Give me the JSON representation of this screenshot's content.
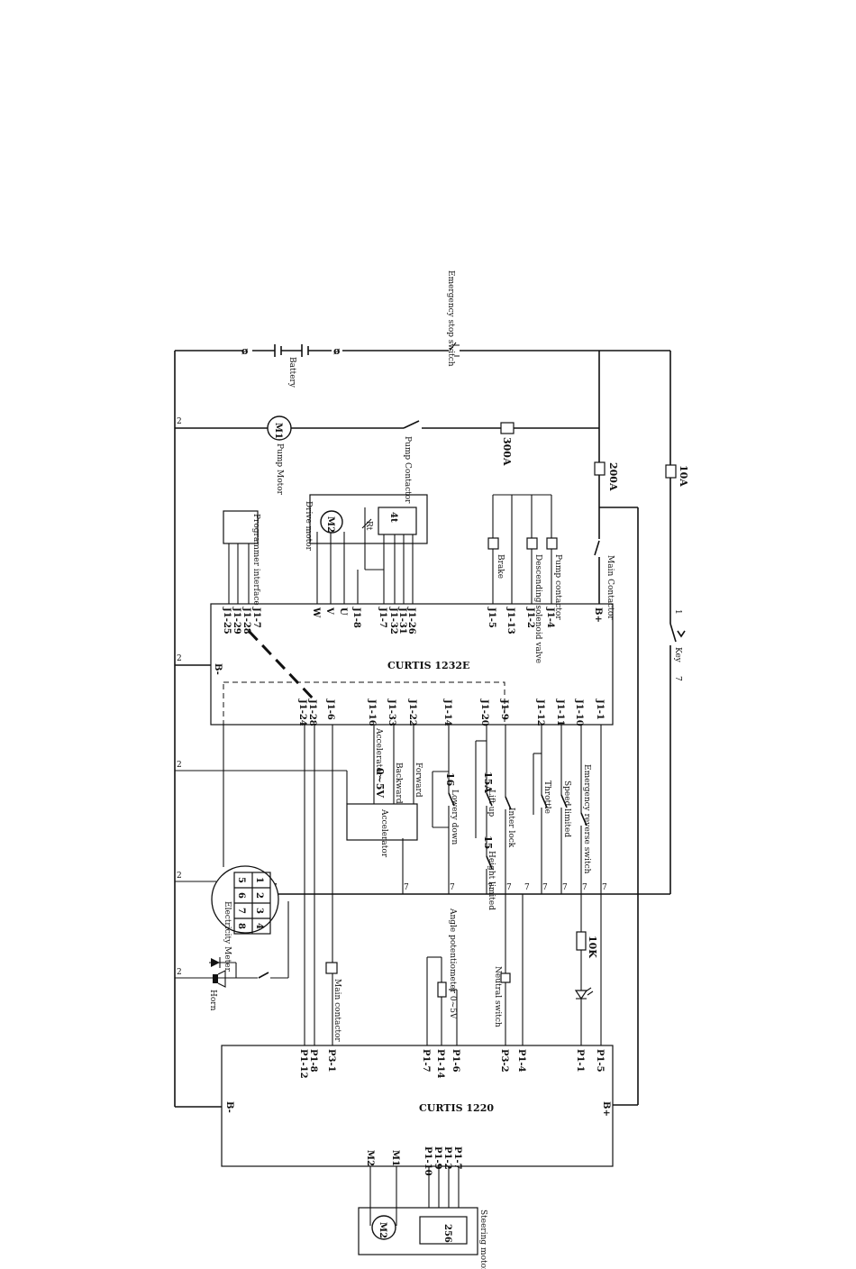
{
  "controllers": {
    "main": "CURTIS 1232E",
    "steer": "CURTIS 1220"
  },
  "components": {
    "emergency_stop": "Emergency stop switch",
    "battery": "Battery",
    "pump_motor": "Pump Motor",
    "pump_motor_tag": "M1",
    "pump_contactor_switch": "Pump Contactor",
    "fuse_pump": "300A",
    "fuse_main": "200A",
    "fuse_key": "10A",
    "drive_motor": "Drive motor",
    "drive_motor_tag": "M2",
    "programmer": "Programmer interface",
    "brake": "Brake",
    "descending_solenoid": "Descending solenoid valve",
    "pump_contactor_coil": "Pump contactor",
    "main_contactor_switch": "Main Contactor",
    "key": "Key",
    "key_num1": "1",
    "key_num7": "7",
    "accelerator": "Accelerator",
    "accel_range": "0~5V",
    "electricity_meter": "Electricity Meter",
    "meter_pins": [
      "1",
      "2",
      "3",
      "4",
      "5",
      "6",
      "7",
      "8"
    ],
    "horn": "Horn",
    "main_contactor_coil": "Main contactor",
    "angle_pot": "Angle potentiometer 0~5V",
    "neutral_switch": "Neutral switch",
    "resistor": "10K",
    "steer_motor": "Steering motor",
    "steer_motor_tag": "M2",
    "steer_encoder": "256",
    "encoder_4t": "4t",
    "rt": "Rt"
  },
  "switches": {
    "emergency_reverse": "Emergency reverse switch",
    "speed_limited": "Speed limited",
    "throttle": "Throttle",
    "inter_lock": "Inter lock",
    "height_limited": "Height limited",
    "lift_up": "Lift up",
    "lowery_down": "Lowery down",
    "forward": "Forward",
    "backward": "Backward",
    "accelerator": "Accelerator",
    "s15": "15",
    "s15a": "15A",
    "s16": "16"
  },
  "wire_numbers": {
    "w2": "2",
    "w7": "7"
  },
  "pins_1232e_top": {
    "bplus": "B+",
    "j1_4": "J1-4",
    "j1_2": "J1-2",
    "j1_13": "J1-13",
    "j1_5": "J1-5",
    "j1_26": "J1-26",
    "j1_31": "J1-31",
    "j1_32": "J1-32",
    "j1_7b": "J1-7",
    "j1_8": "J1-8",
    "u": "U",
    "v": "V",
    "w": "W",
    "j1_7": "J1-7",
    "j1_28": "J1-28",
    "j1_29": "J1-29",
    "j1_25": "J1-25",
    "bminus": "B-"
  },
  "pins_1232e_bottom": {
    "j1_1": "J1-1",
    "j1_10": "J1-10",
    "j1_11": "J1-11",
    "j1_12": "J1-12",
    "j1_9": "J1-9",
    "j1_20": "J1-20",
    "j1_14": "J1-14",
    "j1_22": "J1-22",
    "j1_33": "J1-33",
    "j1_16": "J1-16",
    "j1_6": "J1-6",
    "j1_28": "J1-28",
    "j1_24": "J1-24"
  },
  "pins_1220_top": {
    "p1_5": "P1-5",
    "p1_1": "P1-1",
    "p1_4": "P1-4",
    "p3_2": "P3-2",
    "p1_6": "P1-6",
    "p1_14": "P1-14",
    "p1_7": "P1-7",
    "p3_1": "P3-1",
    "p1_8": "P1-8",
    "p1_12": "P1-12",
    "bplus": "B+",
    "bminus": "B-"
  },
  "pins_1220_bottom": {
    "p1_7": "P1-7",
    "p1_2": "P1-2",
    "p1_9": "P1-9",
    "p1_10": "P1-10",
    "m1": "M1",
    "m2": "M2"
  }
}
